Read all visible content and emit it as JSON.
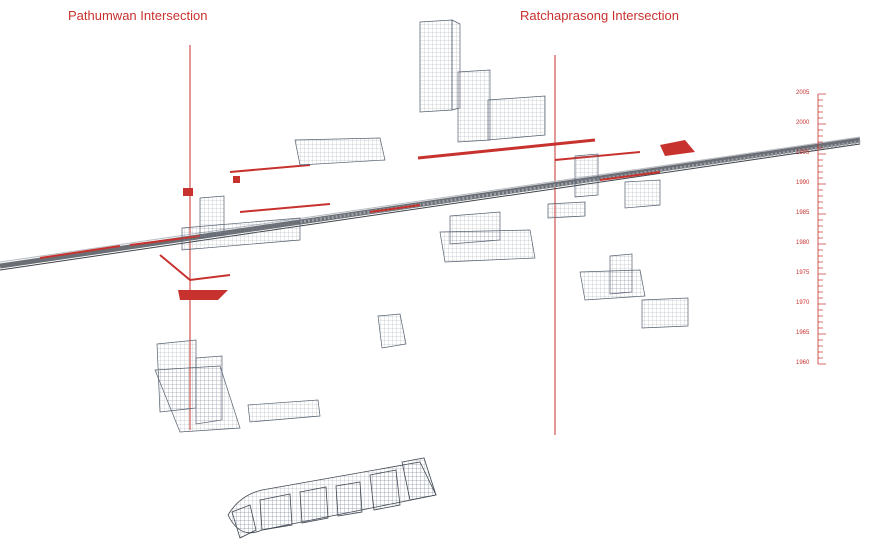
{
  "labels": {
    "left_intersection": "Pathumwan Intersection",
    "right_intersection": "Ratchaprasong Intersection"
  },
  "timeline": {
    "years": [
      2005,
      2000,
      1995,
      1990,
      1985,
      1980,
      1975,
      1970,
      1965,
      1960
    ],
    "color": "#c8322e"
  },
  "colors": {
    "accent": "#c8322e",
    "building": "#8a96a8",
    "track": "#6b6f75"
  }
}
